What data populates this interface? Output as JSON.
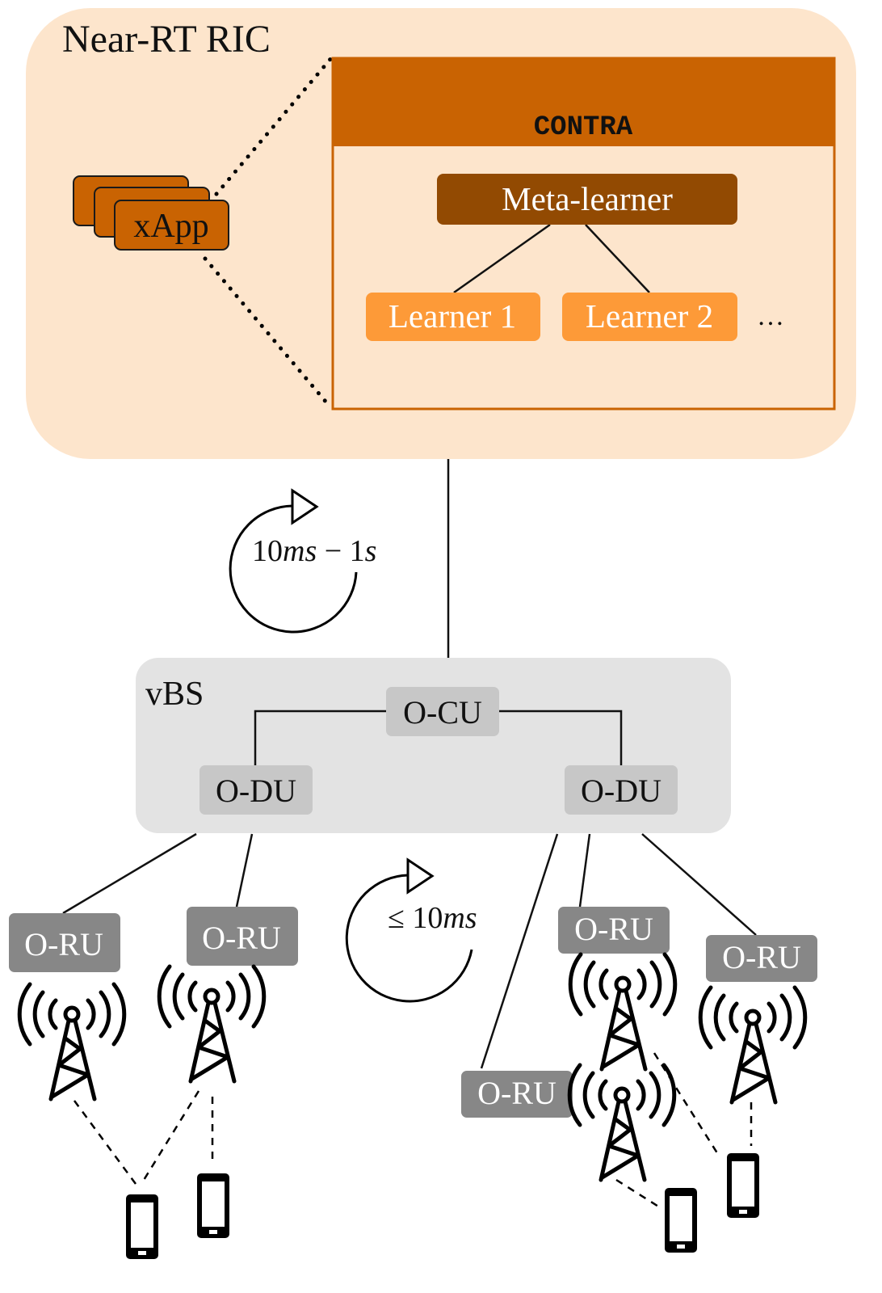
{
  "ric": {
    "title": "Near-RT RIC",
    "xapp_label": "xApp",
    "contra": {
      "title": "CONTRA",
      "meta_learner": "Meta-learner",
      "learners": [
        "Learner 1",
        "Learner 2"
      ],
      "ellipsis": "…"
    }
  },
  "loops": {
    "near_rt": {
      "prefix": "10",
      "unit1": "ms",
      "dash": " − ",
      "val2": "1",
      "unit2": "s"
    },
    "rt": {
      "prefix": "≤ 10",
      "unit": "ms"
    }
  },
  "vbs": {
    "title": "vBS",
    "cu_label": "O-CU",
    "du_labels": [
      "O-DU",
      "O-DU"
    ]
  },
  "radio_units": [
    "O-RU",
    "O-RU",
    "O-RU",
    "O-RU",
    "O-RU"
  ],
  "colors": {
    "ric_bg": "#FDE5CC",
    "contra_header": "#C96302",
    "meta_learner": "#924A02",
    "learner": "#FD9A38",
    "xapp": "#C96302",
    "vbs_bg": "#E3E3E3",
    "cu_du_box": "#C7C7C7",
    "ru_box": "#878787"
  }
}
